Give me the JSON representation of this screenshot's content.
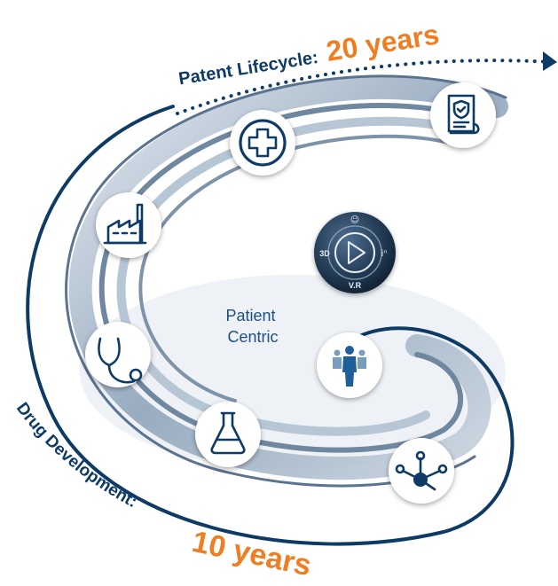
{
  "patent_lifecycle": {
    "label": "Patent Lifecycle:",
    "value": "20 years"
  },
  "drug_development": {
    "label": "Drug Development:",
    "value": "10 years"
  },
  "center": {
    "line1": "Patient",
    "line2": "Centric"
  },
  "compass": {
    "top": "☺",
    "left": "3D",
    "right": "iⁿ",
    "bottom": "V.R"
  },
  "colors": {
    "navy": "#0d3b66",
    "orange": "#ef7d22",
    "ring": "#8ea3b8"
  },
  "icons": [
    "hospital-cross-icon",
    "certificate-scroll-icon",
    "factory-icon",
    "stethoscope-icon",
    "flask-icon",
    "people-group-icon",
    "molecule-network-icon",
    "compass-play-icon"
  ]
}
